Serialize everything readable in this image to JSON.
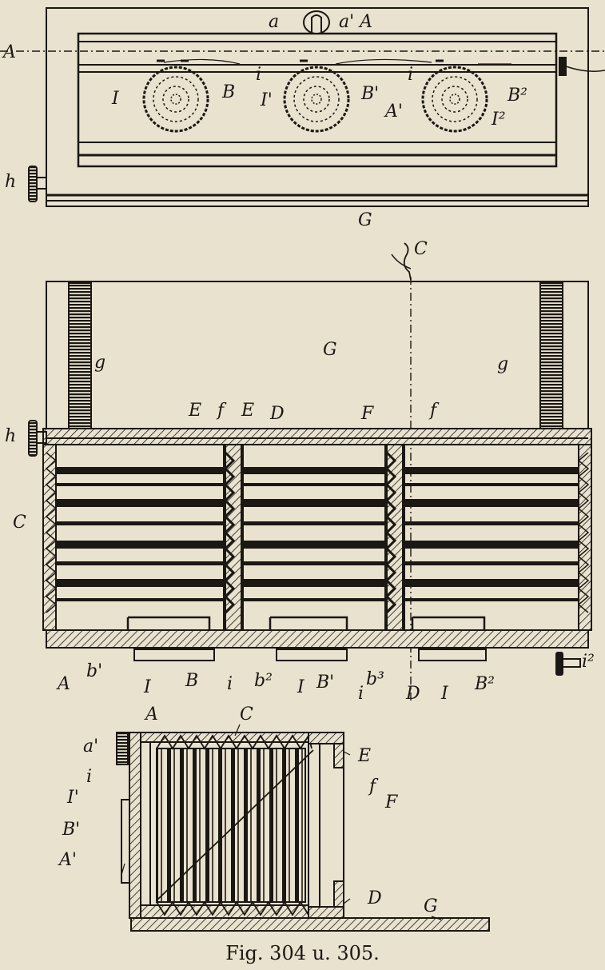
{
  "caption": "Fig. 304 u. 305.",
  "plan_view": {
    "labels": {
      "a": "a",
      "a1": "a' A",
      "axis_left": "A",
      "I": "I",
      "B": "B",
      "i1": "i",
      "I1": "I'",
      "B1": "B'",
      "i2": "i",
      "A1": "A'",
      "B2": "B²",
      "I2": "I²",
      "h": "h",
      "G": "G"
    }
  },
  "front_view": {
    "labels": {
      "C_top": "C",
      "g_left": "g",
      "G": "G",
      "g_right": "g",
      "h": "h",
      "E1": "E",
      "f1": "f",
      "E2": "E",
      "D": "D",
      "F": "F",
      "f2": "f",
      "C_left": "C",
      "A": "A",
      "b1": "b'",
      "I": "I",
      "B": "B",
      "i1": "i",
      "b2": "b²",
      "I1": "I",
      "B1": "B'",
      "b3": "b³",
      "i2": "i",
      "D_bottom": "D",
      "I2": "I",
      "B2": "B²",
      "i3": "i²"
    }
  },
  "section_view": {
    "labels": {
      "A": "A",
      "C": "C",
      "a1": "a'",
      "i": "i",
      "E": "E",
      "f": "f",
      "I1": "I'",
      "F": "F",
      "B1": "B'",
      "A1": "A'",
      "D": "D",
      "G": "G"
    }
  }
}
